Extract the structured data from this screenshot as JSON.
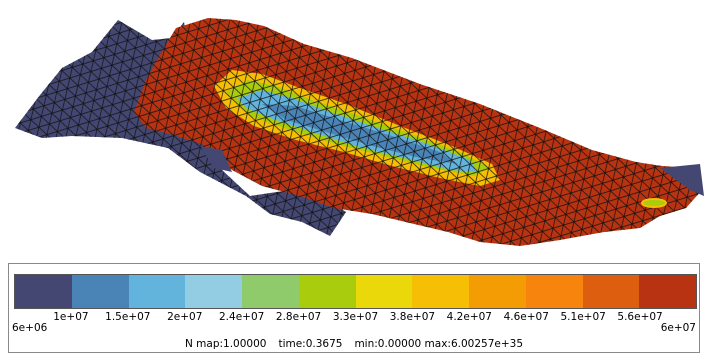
{
  "legend": {
    "colors": [
      "#434771",
      "#4a84b6",
      "#62b4dc",
      "#92cde3",
      "#8fca6b",
      "#a9cc0c",
      "#ead80a",
      "#f6be04",
      "#f39c03",
      "#f6840d",
      "#dd5e0e",
      "#b83311"
    ],
    "min_label": "6e+06",
    "max_label": "6e+07",
    "ticks": [
      "1e+07",
      "1.5e+07",
      "2e+07",
      "2.4e+07",
      "2.8e+07",
      "3.3e+07",
      "3.8e+07",
      "4.2e+07",
      "4.6e+07",
      "5.1e+07",
      "5.6e+07"
    ]
  },
  "status": {
    "nmap": "N map:1.00000",
    "time": "time:0.3675",
    "minmax": "min:0.00000 max:6.00257e+35"
  },
  "mesh": {
    "background_color": "#ffffff",
    "low_color": "#434771",
    "high_color": "#b83311",
    "edge_color": "#111111"
  }
}
